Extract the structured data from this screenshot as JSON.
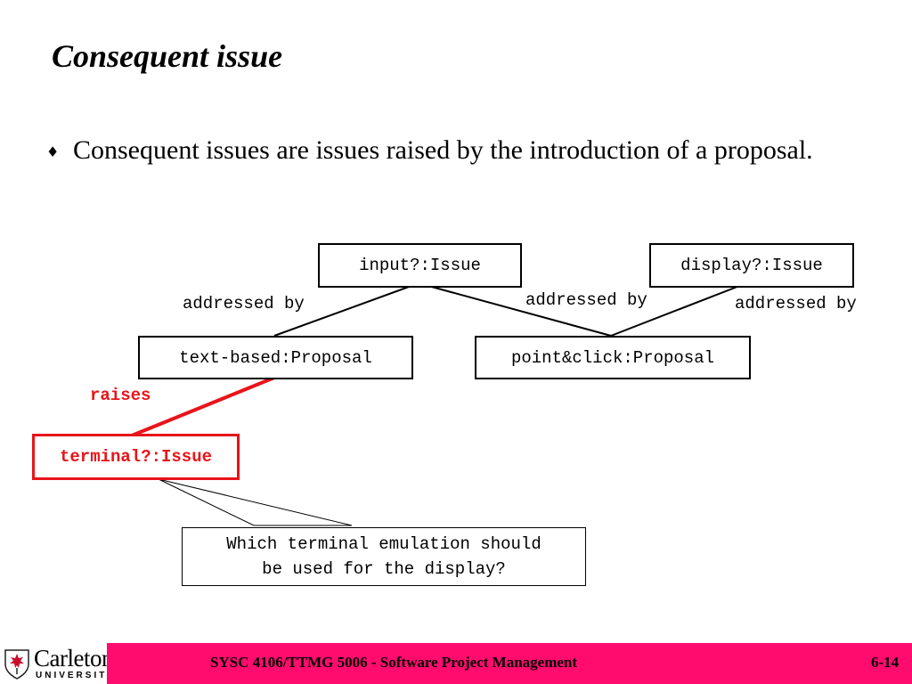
{
  "slide": {
    "title": "Consequent issue",
    "bullet_glyph": "♦",
    "bullet_text": "Consequent issues are issues raised by the introduction of a proposal."
  },
  "diagram": {
    "nodes": {
      "input_issue": "input?:Issue",
      "display_issue": "display?:Issue",
      "text_based_proposal": "text-based:Proposal",
      "point_click_proposal": "point&click:Proposal",
      "terminal_issue": "terminal?:Issue"
    },
    "edge_labels": {
      "addressed_by_left": "addressed by",
      "addressed_by_middle": "addressed by",
      "addressed_by_right": "addressed by",
      "raises": "raises"
    },
    "note": {
      "line1": "Which terminal emulation should",
      "line2": "be used for the display?"
    },
    "colors": {
      "highlight": "#e8141a",
      "line": "#000000"
    }
  },
  "footer": {
    "logo_name": "Carleton",
    "logo_sub": "UNIVERSITY",
    "course": "SYSC 4106/TTMG 5006 - Software Project Management",
    "page": "6-14",
    "bar_color": "#ff0c6e"
  }
}
